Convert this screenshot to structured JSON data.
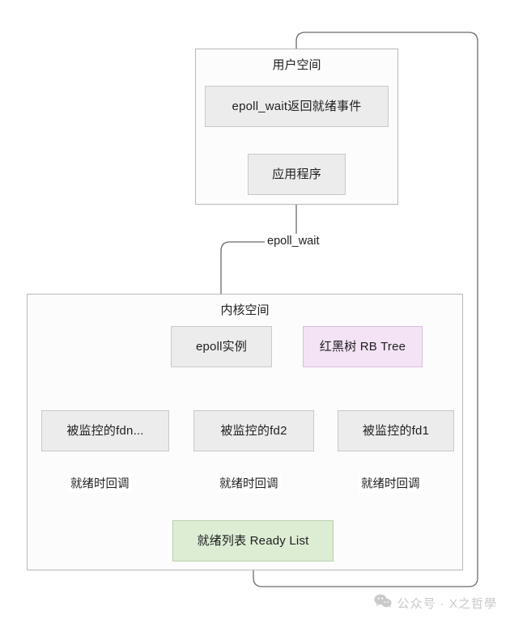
{
  "diagram": {
    "title_hidden": "epoll 工作原理",
    "containers": [
      {
        "id": "user-space",
        "label": "用户空间"
      },
      {
        "id": "kernel-space",
        "label": "内核空间"
      }
    ],
    "nodes": [
      {
        "id": "epoll-wait-return",
        "label": "epoll_wait返回就绪事件",
        "style": "gray"
      },
      {
        "id": "application",
        "label": "应用程序",
        "style": "gray"
      },
      {
        "id": "epoll-instance",
        "label": "epoll实例",
        "style": "gray"
      },
      {
        "id": "rb-tree",
        "label": "红黑树 RB Tree",
        "style": "pink"
      },
      {
        "id": "monitored-fdn",
        "label": "被监控的fdn...",
        "style": "gray"
      },
      {
        "id": "monitored-fd2",
        "label": "被监控的fd2",
        "style": "gray"
      },
      {
        "id": "monitored-fd1",
        "label": "被监控的fd1",
        "style": "gray"
      },
      {
        "id": "ready-list",
        "label": "就绪列表 Ready List",
        "style": "green"
      }
    ],
    "edge_labels": {
      "epoll_wait": "epoll_wait",
      "callback_fdn": "就绪时回调",
      "callback_fd2": "就绪时回调",
      "callback_fd1": "就绪时回调"
    },
    "colors": {
      "node_gray_fill": "#ececec",
      "node_gray_border": "#c9c9c9",
      "node_pink_fill": "#f3e3f5",
      "node_pink_border": "#d8bfe0",
      "node_green_fill": "#dcedd4",
      "node_green_border": "#b9cfae",
      "container_fill": "#fcfcfc",
      "container_border": "#b8b8b8",
      "edge_stroke": "#6b6b6b",
      "text": "#1f1f1f",
      "watermark": "#c9c9c9"
    }
  },
  "watermark": {
    "icon": "wechat-icon",
    "text": "公众号 · X之哲學"
  }
}
